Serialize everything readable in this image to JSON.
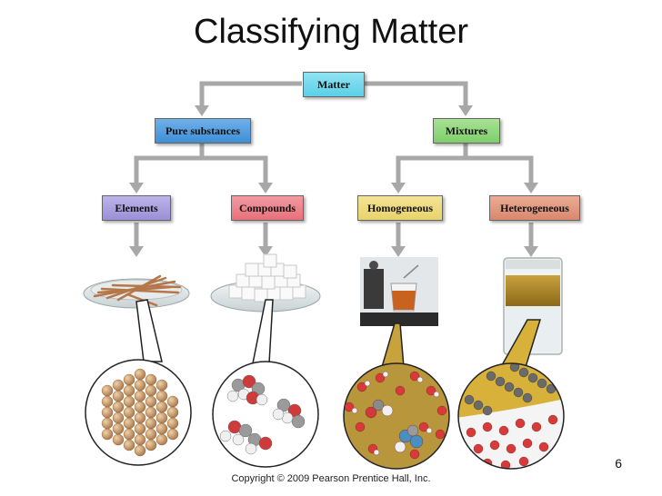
{
  "title": "Classifying Matter",
  "nodes": {
    "matter": "Matter",
    "pure_substances": "Pure substances",
    "mixtures": "Mixtures",
    "elements": "Elements",
    "compounds": "Compounds",
    "homogeneous": "Homogeneous",
    "heterogeneous": "Heterogeneous"
  },
  "colors": {
    "matter": "#5ad0e8",
    "pure_substances": "#3f8fd6",
    "mixtures": "#7fcf6a",
    "elements": "#9b8fd6",
    "compounds": "#e8707a",
    "homogeneous": "#e8d36a",
    "heterogeneous": "#d9886e",
    "arrow": "#a8a8a8"
  },
  "footer": {
    "page_number": "6",
    "copyright": "Copyright © 2009 Pearson Prentice Hall, Inc."
  }
}
